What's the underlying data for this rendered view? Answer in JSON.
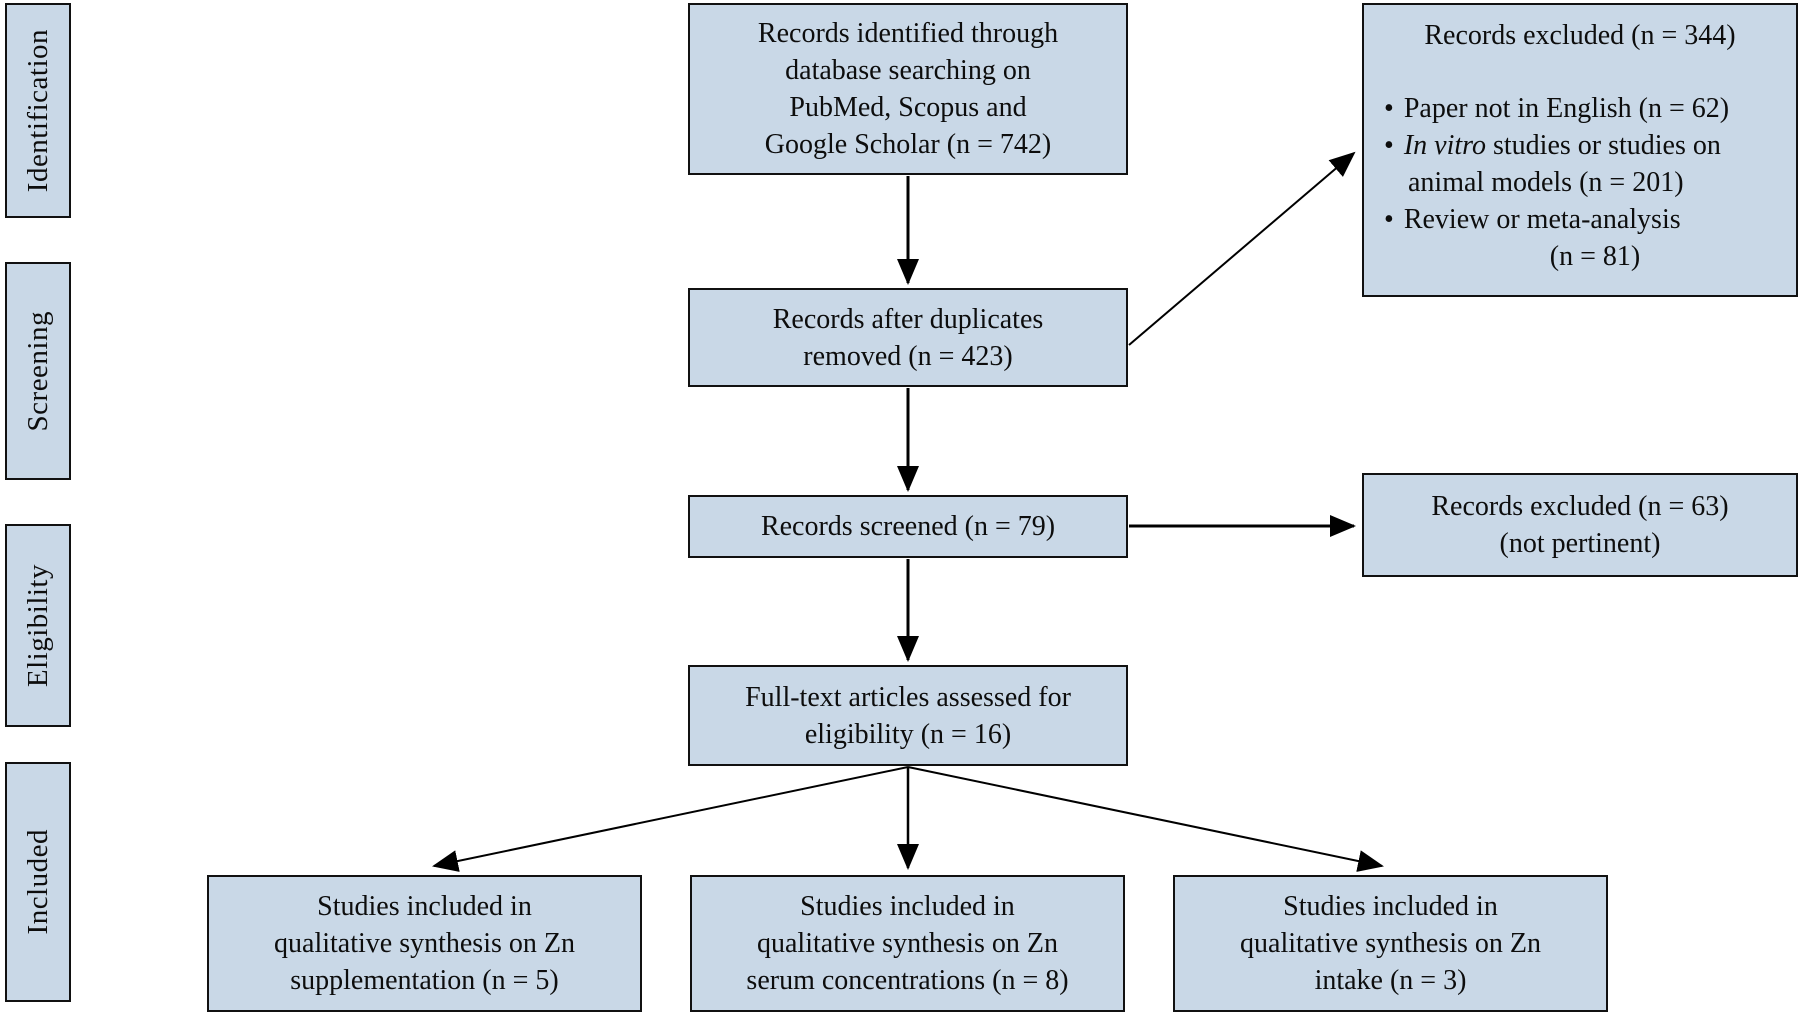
{
  "diagram": {
    "stages": [
      {
        "label": "Identification"
      },
      {
        "label": "Screening"
      },
      {
        "label": "Eligibility"
      },
      {
        "label": "Included"
      }
    ],
    "flow_boxes": {
      "identified_lines": [
        "Records identified through",
        "database searching on",
        "PubMed, Scopus and",
        "Google Scholar (n = 742)"
      ],
      "duplicates_removed_lines": [
        "Records after duplicates",
        "removed (n = 423)"
      ],
      "screened": "Records screened (n = 79)",
      "fulltext_lines": [
        "Full-text articles assessed for",
        "eligibility (n = 16)"
      ]
    },
    "excluded_box_1": {
      "title": "Records excluded (n = 344)",
      "bullet": "•",
      "reasons": [
        {
          "italic": "",
          "text": "Paper not in English (n = 62)",
          "line2": ""
        },
        {
          "italic": "In vitro",
          "text": " studies or studies on animal models (n = 201)",
          "line2": ""
        },
        {
          "italic": "",
          "text": "Review or meta-analysis",
          "line2": "(n = 81)"
        }
      ]
    },
    "excluded_box_2": {
      "lines": [
        "Records excluded (n = 63)",
        "(not pertinent)"
      ]
    },
    "included_boxes": [
      {
        "lines": [
          "Studies included in",
          "qualitative synthesis on Zn",
          "supplementation (n = 5)"
        ]
      },
      {
        "lines": [
          "Studies included in",
          "qualitative synthesis on Zn",
          "serum concentrations (n = 8)"
        ]
      },
      {
        "lines": [
          "Studies included in",
          "qualitative synthesis on Zn",
          "intake (n = 3)"
        ]
      }
    ],
    "colors": {
      "box_fill": "#c9d8e7",
      "box_border": "#111111",
      "arrow": "#000000"
    }
  }
}
